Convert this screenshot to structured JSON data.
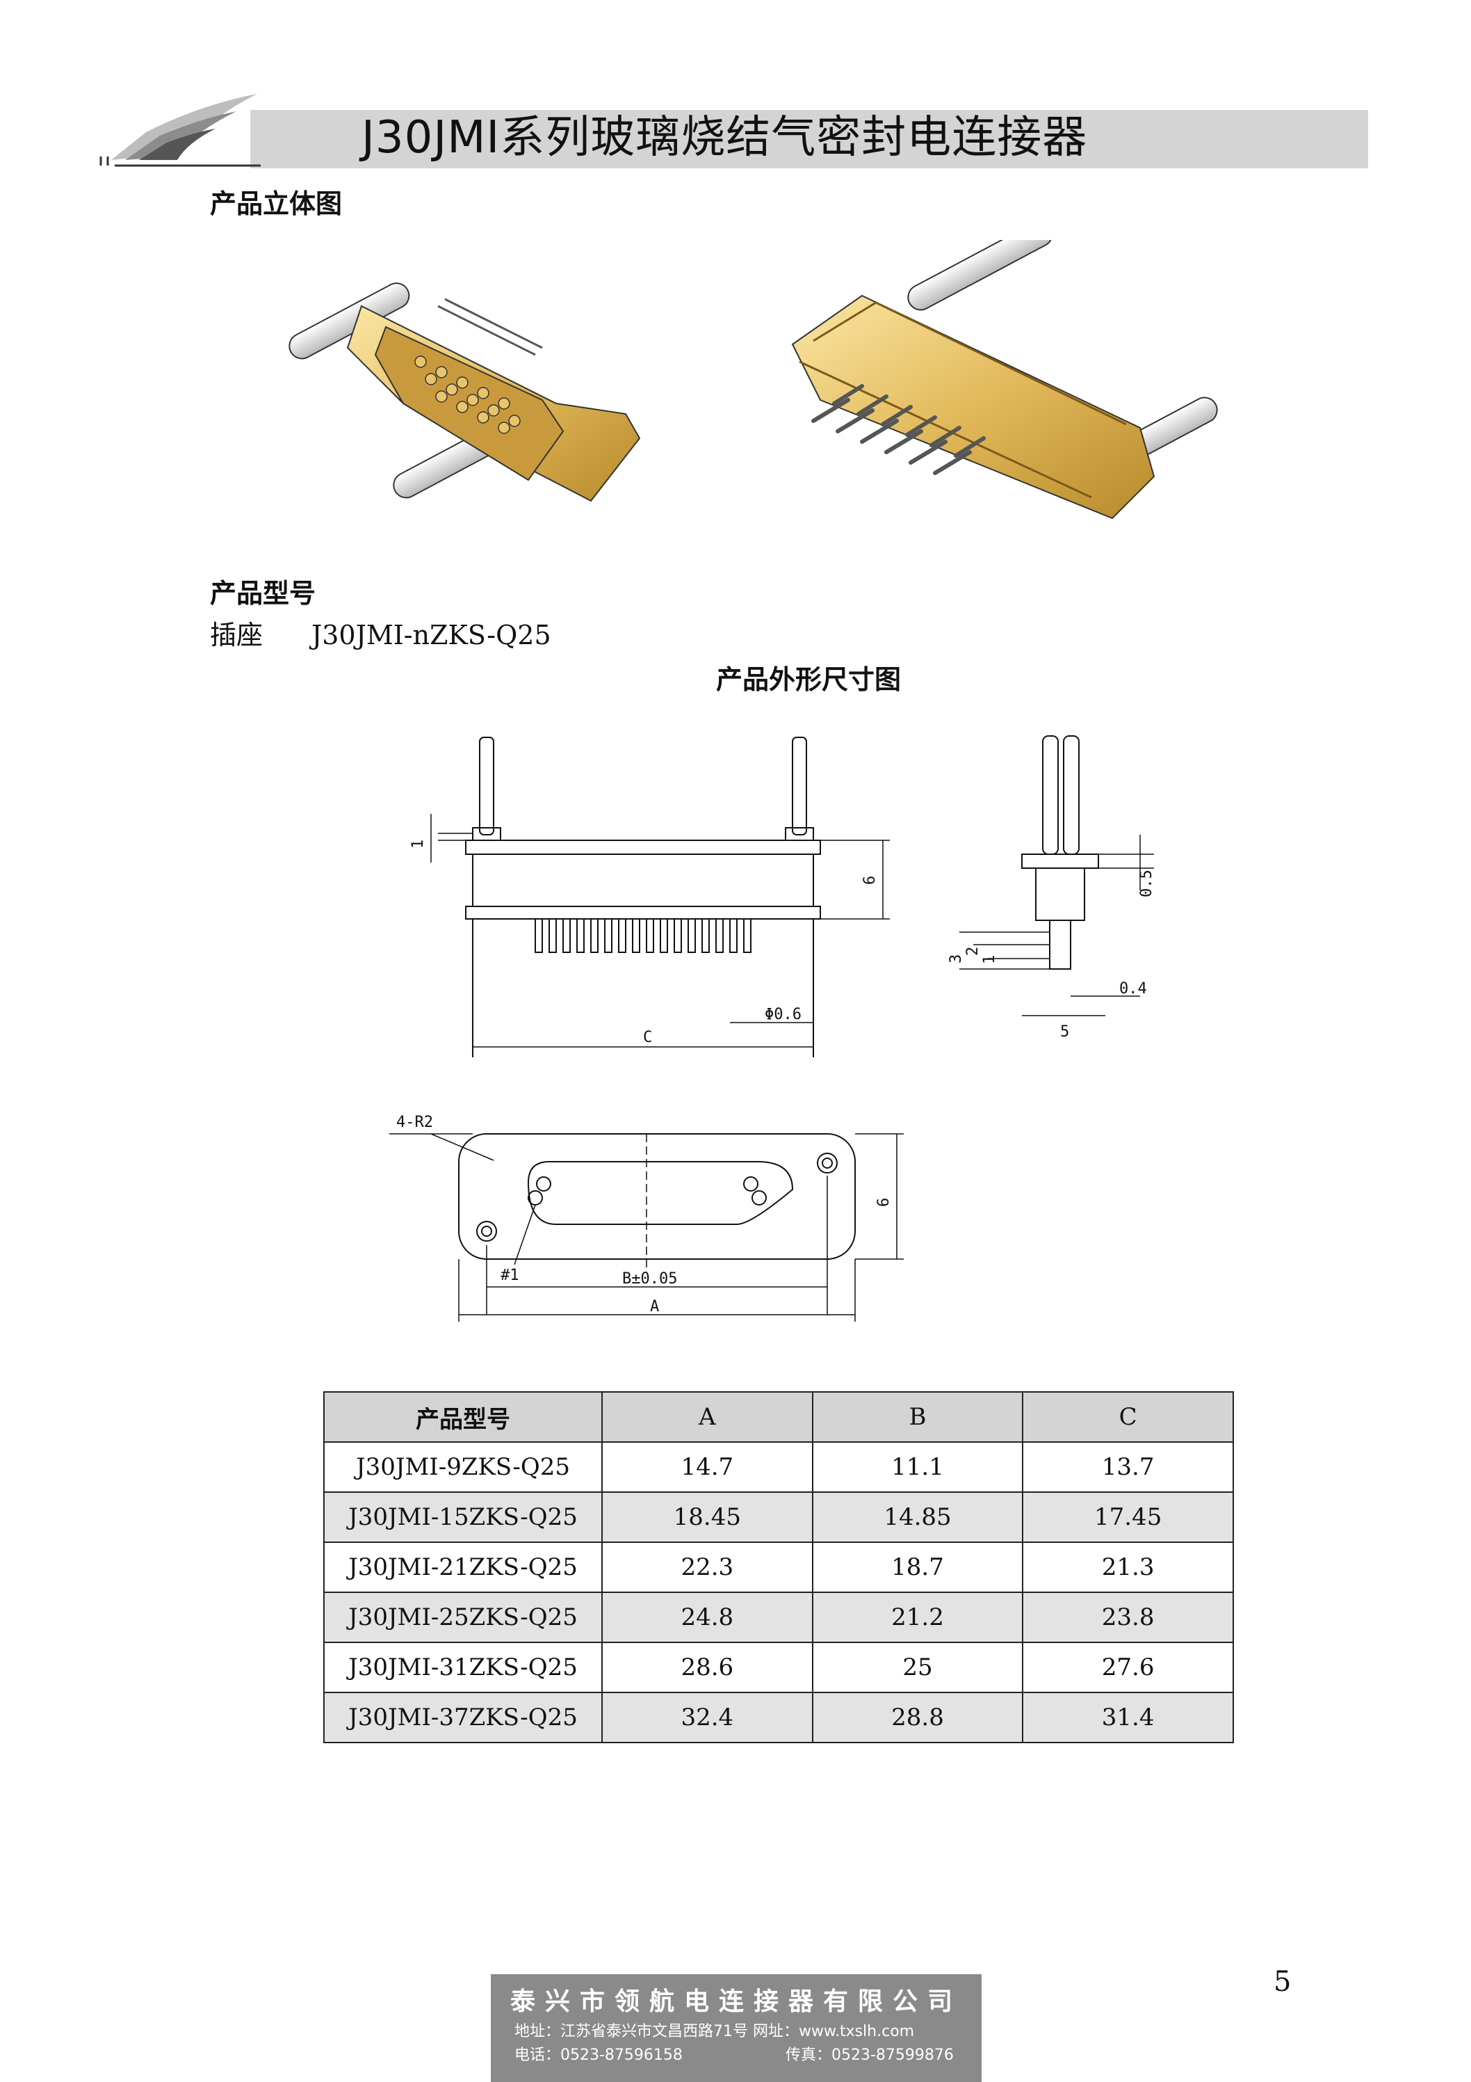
{
  "header": {
    "title": "J30JMⅠ系列玻璃烧结气密封电连接器"
  },
  "sections": {
    "iso_title": "产品立体图",
    "model_title": "产品型号",
    "dims_title": "产品外形尺寸图"
  },
  "model": {
    "label": "插座",
    "code": "J30JMI-nZKS-Q25"
  },
  "drawing": {
    "front": {
      "dim_1": "1",
      "dim_6": "6",
      "dim_c": "C",
      "dim_phi": "Φ0.6"
    },
    "side": {
      "dim_05": "0.5",
      "dim_3": "3",
      "dim_2": "2",
      "dim_1": "1",
      "dim_04": "0.4",
      "dim_5": "5"
    },
    "bottom": {
      "dim_r2": "4-R2",
      "dim_6": "6",
      "dim_pin1": "#1",
      "dim_b": "B±0.05",
      "dim_a": "A"
    }
  },
  "table": {
    "headers": [
      "产品型号",
      "A",
      "B",
      "C"
    ],
    "rows": [
      [
        "J30JMI-9ZKS-Q25",
        "14.7",
        "11.1",
        "13.7"
      ],
      [
        "J30JMI-15ZKS-Q25",
        "18.45",
        "14.85",
        "17.45"
      ],
      [
        "J30JMI-21ZKS-Q25",
        "22.3",
        "18.7",
        "21.3"
      ],
      [
        "J30JMI-25ZKS-Q25",
        "24.8",
        "21.2",
        "23.8"
      ],
      [
        "J30JMI-31ZKS-Q25",
        "28.6",
        "25",
        "27.6"
      ],
      [
        "J30JMI-37ZKS-Q25",
        "32.4",
        "28.8",
        "31.4"
      ]
    ]
  },
  "footer": {
    "company": "泰兴市领航电连接器有限公司",
    "address": "地址：江苏省泰兴市文昌西路71号  网址：www.txslh.com",
    "phone": "电话：0523-87596158",
    "fax": "传真：0523-87599876"
  },
  "page_number": "5"
}
